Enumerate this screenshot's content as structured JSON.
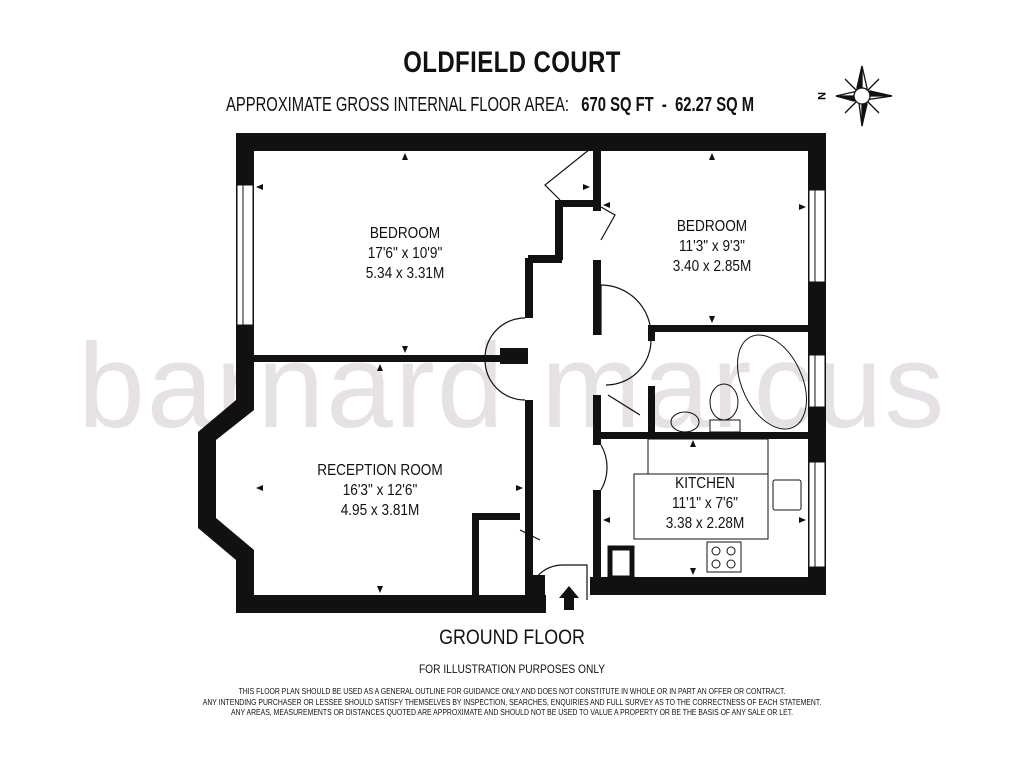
{
  "title": "OLDFIELD COURT",
  "area": {
    "label": "APPROXIMATE GROSS INTERNAL FLOOR AREA:",
    "sqft": "670 SQ FT",
    "separator": "-",
    "sqm": "62.27 SQ M"
  },
  "compass": {
    "north_label": "N",
    "icon": "compass-rose-icon"
  },
  "watermark": "barnard marcus",
  "rooms": [
    {
      "name": "BEDROOM",
      "imperial": "17'6\" x 10'9\"",
      "metric": "5.34 x 3.31M"
    },
    {
      "name": "BEDROOM",
      "imperial": "11'3\" x 9'3\"",
      "metric": "3.40 x 2.85M"
    },
    {
      "name": "RECEPTION ROOM",
      "imperial": "16'3\" x 12'6\"",
      "metric": "4.95 x 3.81M"
    },
    {
      "name": "KITCHEN",
      "imperial": "11'1\" x 7'6\"",
      "metric": "3.38 x 2.28M"
    }
  ],
  "floor_label": "GROUND FLOOR",
  "illustration_note": "FOR ILLUSTRATION PURPOSES ONLY",
  "disclaimer": [
    "THIS FLOOR PLAN SHOULD BE USED AS A GENERAL OUTLINE FOR GUIDANCE ONLY AND DOES NOT CONSTITUTE IN WHOLE OR IN PART AN OFFER OR CONTRACT.",
    "ANY INTENDING PURCHASER OR LESSEE SHOULD SATISFY THEMSELVES BY INSPECTION, SEARCHES, ENQUIRIES AND FULL SURVEY AS TO THE CORRECTNESS OF EACH STATEMENT.",
    "ANY AREAS, MEASUREMENTS OR DISTANCES QUOTED ARE APPROXIMATE AND SHOULD NOT BE USED TO VALUE A PROPERTY OR BE THE BASIS OF ANY SALE OR LET."
  ]
}
